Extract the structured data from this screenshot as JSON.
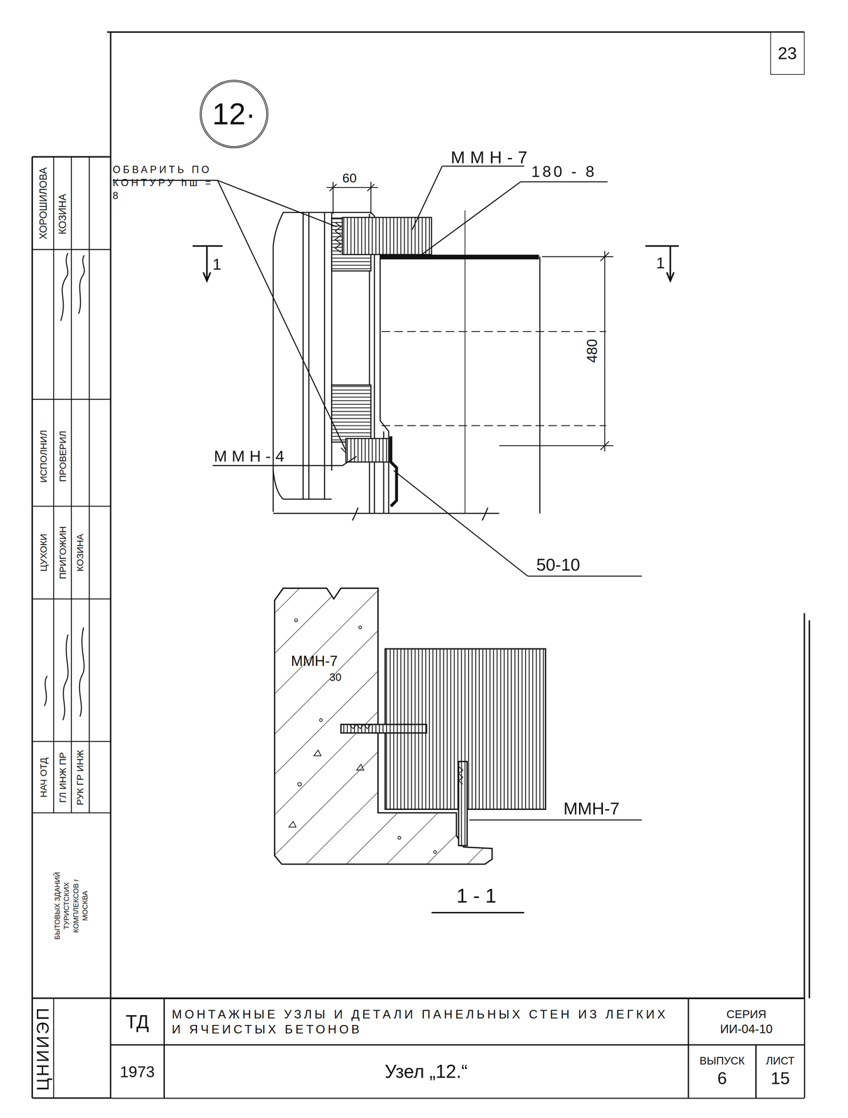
{
  "diagram": {
    "nodes": [
      {
        "text": [
          "12·"
        ]
      },
      {
        "text": [
          "23"
        ]
      },
      {
        "text": [
          "ТД"
        ]
      },
      {
        "text": [
          "МОНТАЖНЫЕ УЗЛЫ И ДЕТАЛИ ПАНЕЛЬНЫХ СТЕН ИЗ ЛЕГКИХ И ЯЧЕИСТЫХ БЕТОНОВ"
        ]
      },
      {
        "text": [
          "СЕРИЯ",
          "ИИ-04-10"
        ]
      },
      {
        "text": [
          "1973"
        ]
      },
      {
        "text": [
          "Узел „12.“"
        ]
      },
      {
        "text": [
          "ВЫПУСК",
          "6"
        ]
      },
      {
        "text": [
          "ЛИСТ",
          "15"
        ]
      }
    ],
    "labels": [
      "ММН-7",
      "ОБВАРИТЬ ПО КОНТУРУ hш = 8",
      "60",
      "180 - 8",
      "1",
      "1",
      "480",
      "ММН-4",
      "50-10",
      "ММН-7",
      "30",
      "ММН-7",
      "1 - 1",
      "ХОРОШИЛОВА",
      "КОЗИНА",
      "ИСПОЛНИЛ",
      "ПРОВЕРИЛ",
      "ЦУХОКИ",
      "ПРИГОЖИН",
      "КОЗИНА",
      "НАЧ ОТД",
      "ГЛ ИНЖ ПР",
      "РУК ГР ИНЖ",
      "БЫТОВЫХ ЗДАНИЙ ТУРИСТСКИХ КОМПЛЕКСОВ г МОСКВА",
      "ЦНИИЭП"
    ]
  }
}
